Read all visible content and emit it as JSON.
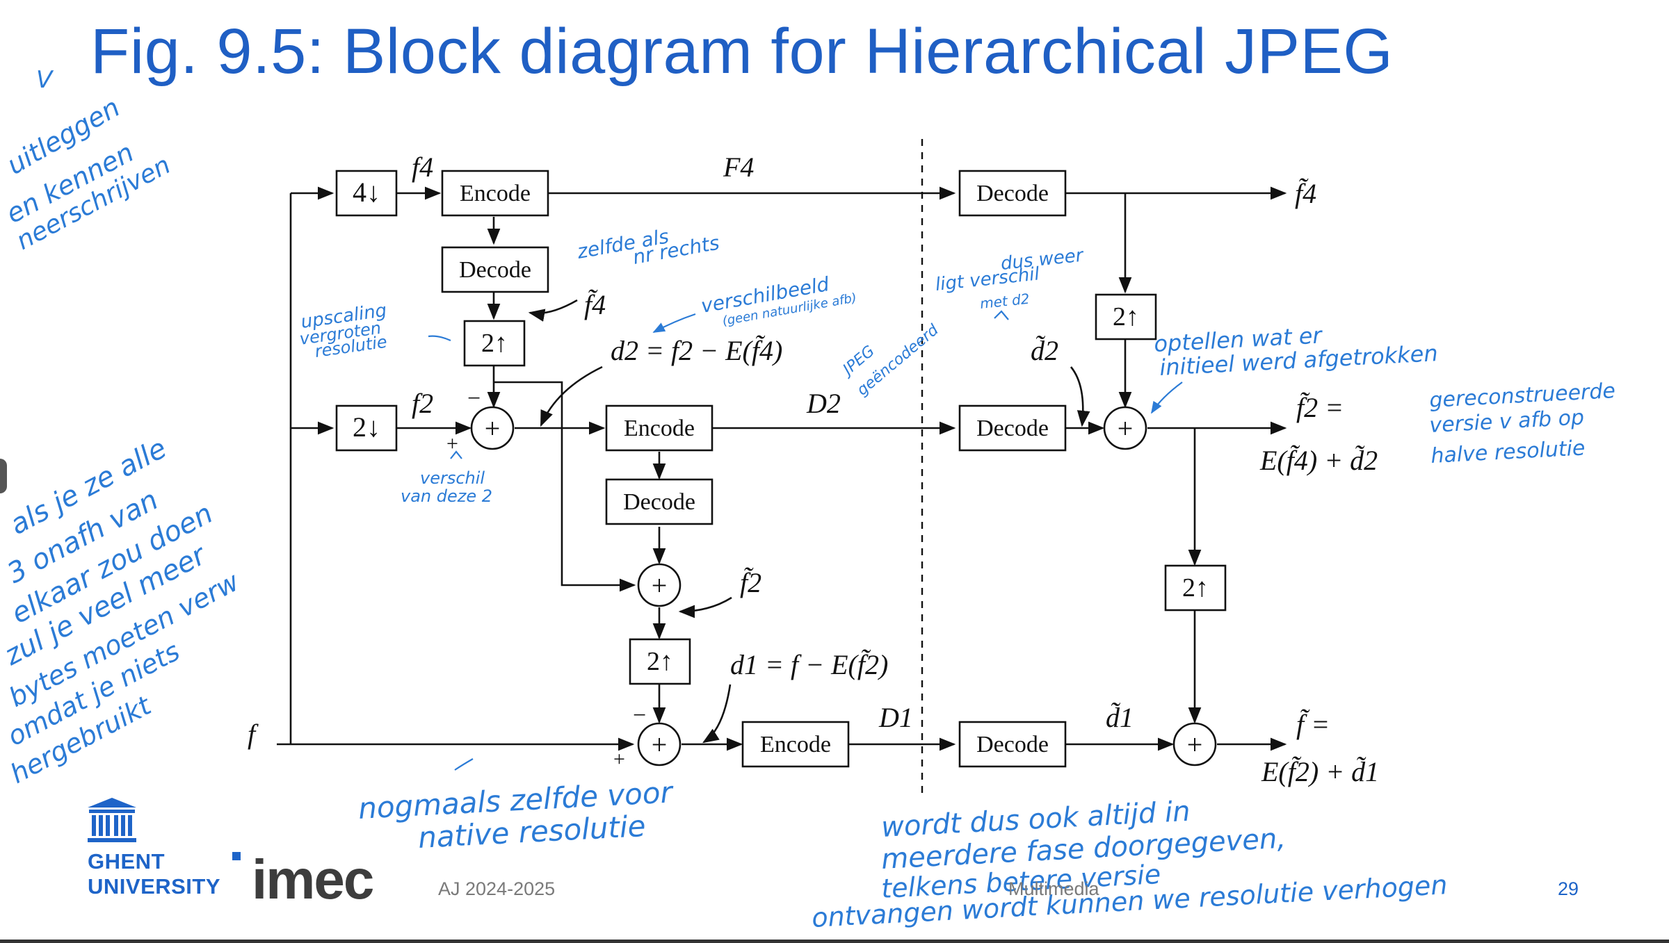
{
  "slide": {
    "title": "Fig. 9.5: Block diagram for Hierarchical JPEG",
    "page_number": "29",
    "footer_year": "AJ 2024-2025",
    "footer_course": "Multimedia",
    "logo_university_line1": "GHENT",
    "logo_university_line2": "UNIVERSITY",
    "logo_partner": "imec"
  },
  "diagram": {
    "blocks": {
      "down4": "4↓",
      "down2": "2↓",
      "up2": "2↑",
      "encode": "Encode",
      "decode": "Decode",
      "sum": "+"
    },
    "signals": {
      "f4": "f4",
      "F4": "F4",
      "f4_tilde": "f̃4",
      "f2": "f2",
      "d2_eq": "d2 = f2 − E(f̃4)",
      "D2": "D2",
      "d2_tilde": "d̃2",
      "f2_tilde": "f̃2",
      "f2_tilde_eq_line1": "f̃2 =",
      "f2_tilde_eq_line2": "E(f̃4) + d̃2",
      "d1_eq": "d1 = f − E(f̃2)",
      "D1": "D1",
      "d1_tilde": "d̃1",
      "f": "f",
      "f_tilde_eq_line1": "f̃ =",
      "f_tilde_eq_line2": "E(f̃2) + d̃1",
      "minus": "−",
      "plus": "+"
    }
  },
  "handwritten_notes": {
    "top_left": [
      "V",
      "uitleggen",
      "en kennen",
      "neerschrijven"
    ],
    "same_as_right": [
      "zelfde als",
      "nr rechts"
    ],
    "upscaling": [
      "upscaling",
      "vergroten",
      "resolutie"
    ],
    "difference_image": [
      "verschilbeeld",
      "(geen natuurlijke afb)"
    ],
    "jpeg_encoded": [
      "JPEG",
      "geëncodeerd"
    ],
    "difference_again": [
      "dus weer",
      "ligt verschil",
      "met d2"
    ],
    "add_back": [
      "optellen wat er",
      "initieel werd afgetrokken"
    ],
    "reconstructed": [
      "gereconstrueerde",
      "versie v afb op",
      "halve resolutie"
    ],
    "difference_of_these": [
      "verschil",
      "van deze 2"
    ],
    "left_side": [
      "als je ze alle",
      "3 onafh van",
      "elkaar zou doen",
      "zul je veel meer",
      "bytes moeten verw",
      "omdat je niets",
      "hergebruikt"
    ],
    "bottom_middle": [
      "nogmaals zelfde voor",
      "native resolutie"
    ],
    "bottom_right": [
      "wordt dus ook altijd in",
      "meerdere fase doorgegeven,",
      "telkens betere versie",
      "ontvangen wordt kunnen we resolutie verhogen"
    ]
  },
  "colors": {
    "title": "#1f5fc4",
    "handwriting": "#2b7bd6",
    "logo": "#1e64c8",
    "diagram": "#111111"
  }
}
